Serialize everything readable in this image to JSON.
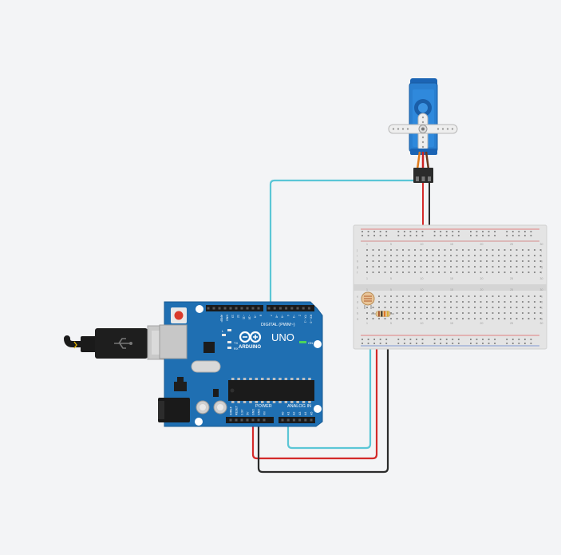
{
  "canvas": {
    "background": "#f3f4f6"
  },
  "components": {
    "arduino": {
      "logo_text": "ARDUINO",
      "model": "UNO",
      "digital_header": "DIGITAL (PWM~)",
      "power_header": "POWER",
      "analog_header": "ANALOG IN",
      "on_label": "ON",
      "tx_label": "TX",
      "rx_label": "RX",
      "l_label": "L",
      "digital_pins": [
        "AREF",
        "GND",
        "13",
        "12",
        "~11",
        "~10",
        "~9",
        "8",
        "7",
        "~6",
        "~5",
        "4",
        "~3",
        "2",
        "TX→1",
        "RX←0"
      ],
      "power_pins": [
        "IOREF",
        "RESET",
        "3.3V",
        "5V",
        "GND",
        "GND",
        "Vin"
      ],
      "analog_pins": [
        "A0",
        "A1",
        "A2",
        "A3",
        "A4",
        "A5"
      ],
      "board_color": "#1f6fb2"
    },
    "breadboard": {
      "row_labels_top": [
        "j",
        "i",
        "h",
        "g",
        "f"
      ],
      "row_labels_bottom": [
        "e",
        "d",
        "c",
        "b",
        "a"
      ],
      "column_numbers": [
        "1",
        "5",
        "10",
        "15",
        "20",
        "25",
        "30"
      ]
    },
    "servo": {
      "color": "#2a7fd0"
    },
    "resistor": {},
    "photoresistor": {},
    "usb_cable": {}
  },
  "wires": {
    "colors": {
      "signal": "#5bc6d6",
      "power": "#d32a2a",
      "ground": "#2b2b2b"
    }
  }
}
